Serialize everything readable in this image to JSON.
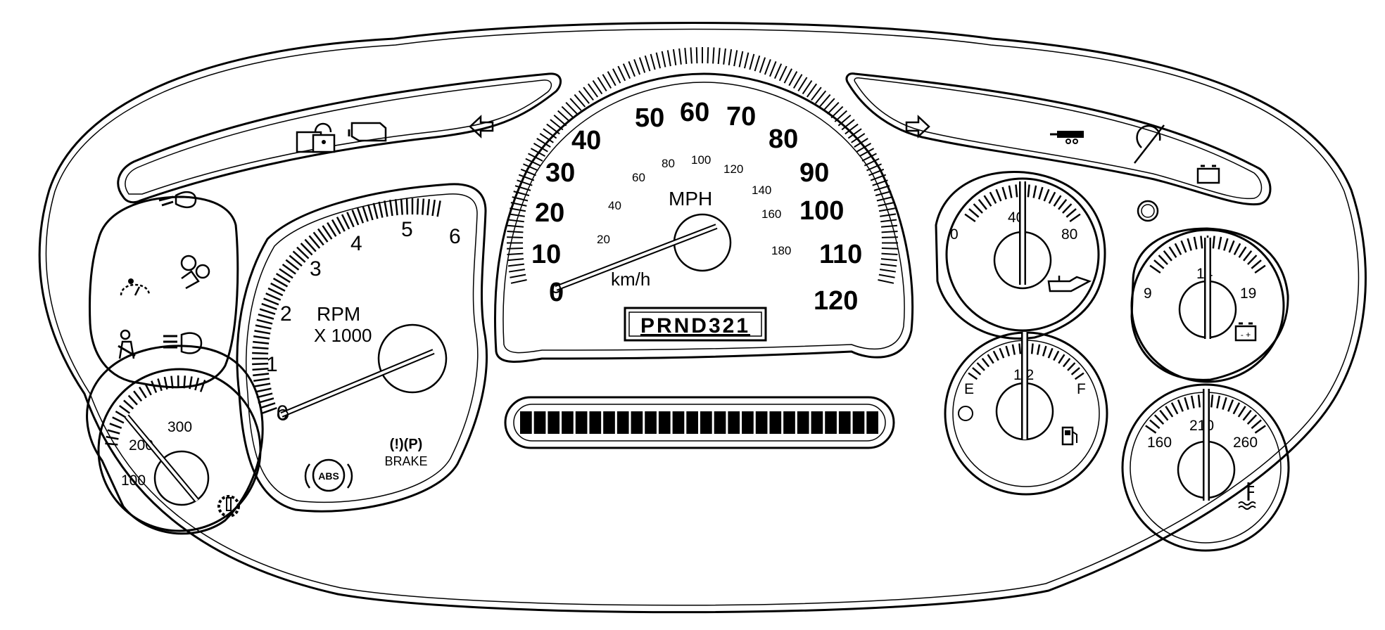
{
  "speedometer": {
    "unit_main": "MPH",
    "unit_sub": "km/h",
    "mph_labels": [
      "0",
      "10",
      "20",
      "30",
      "40",
      "50",
      "60",
      "70",
      "80",
      "90",
      "100",
      "110",
      "120"
    ],
    "kmh_labels": [
      "20",
      "40",
      "60",
      "80",
      "100",
      "120",
      "140",
      "160",
      "180"
    ],
    "needle_mph": 0
  },
  "tachometer": {
    "labels": [
      "0",
      "1",
      "2",
      "3",
      "4",
      "5",
      "6"
    ],
    "title_line1": "RPM",
    "title_line2": "X 1000",
    "needle_rpm": 0
  },
  "gear_indicator": {
    "text": "PRND321"
  },
  "odometer": {
    "segment_count": 26
  },
  "oil_pressure_gauge": {
    "labels": [
      "0",
      "40",
      "80"
    ],
    "icon": "oil-can-icon"
  },
  "voltmeter_gauge": {
    "labels": [
      "9",
      "14",
      "19"
    ],
    "icon": "battery-icon"
  },
  "fuel_gauge": {
    "labels": [
      "E",
      "1/2",
      "F"
    ],
    "icon": "fuel-pump-icon"
  },
  "coolant_temp_gauge": {
    "labels": [
      "160",
      "210",
      "260"
    ],
    "icon": "coolant-temp-icon"
  },
  "trans_temp_gauge": {
    "labels": [
      "100",
      "200",
      "300"
    ],
    "icon": "trans-temp-icon"
  },
  "brake_indicator": {
    "symbol": "(!)(P)",
    "label": "BRAKE"
  },
  "abs_indicator": {
    "label": "ABS"
  },
  "battery_indicator": {
    "label": "- +"
  },
  "warning_icons": [
    "door-lock-icon",
    "check-engine-icon",
    "turn-left-icon",
    "high-beam-icon",
    "turn-right-icon",
    "tow-haul-icon",
    "traction-off-icon",
    "battery-icon",
    "cruise-icon",
    "airbag-icon",
    "seatbelt-icon",
    "headlamp-icon"
  ]
}
